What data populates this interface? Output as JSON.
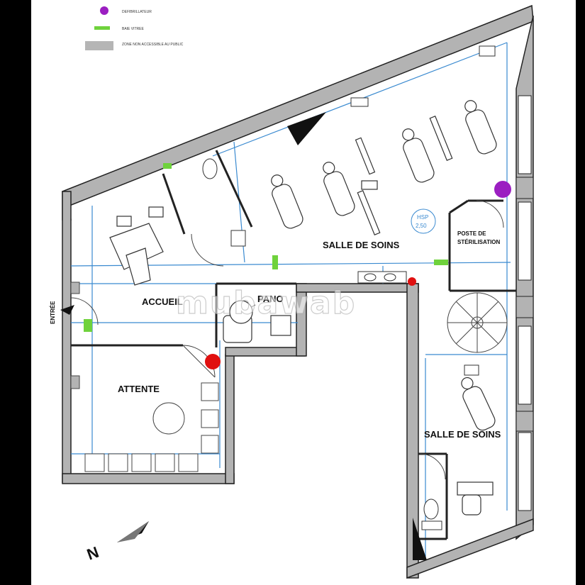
{
  "legend": {
    "items": [
      {
        "text": "DEFIBRILLATEUR",
        "color": "#a020c0"
      },
      {
        "text": "BAIE VITREE",
        "color": "#6fd23c"
      },
      {
        "text": "ZONE NON ACCESSIBLE AU PUBLIC",
        "color": "#b5b5b5"
      }
    ]
  },
  "rooms": {
    "salle_soins_1": "SALLE DE SOINS",
    "salle_soins_2": "SALLE DE SOINS",
    "accueil": "ACCUEIL",
    "attente": "ATTENTE",
    "pano": "PANO",
    "poste_line1": "POSTE DE",
    "poste_line2": "STÉRILISATION",
    "entree": "ENTRÉE"
  },
  "hsp": {
    "line1": "HSP",
    "line2": "2,50"
  },
  "watermark": "mubawab",
  "compass": "N",
  "colors": {
    "wall": "#b3b3b3",
    "line": "#222222",
    "blue": "#3a8ad0",
    "green": "#6fd23c",
    "red": "#e01010",
    "purple": "#9b1fc1"
  }
}
